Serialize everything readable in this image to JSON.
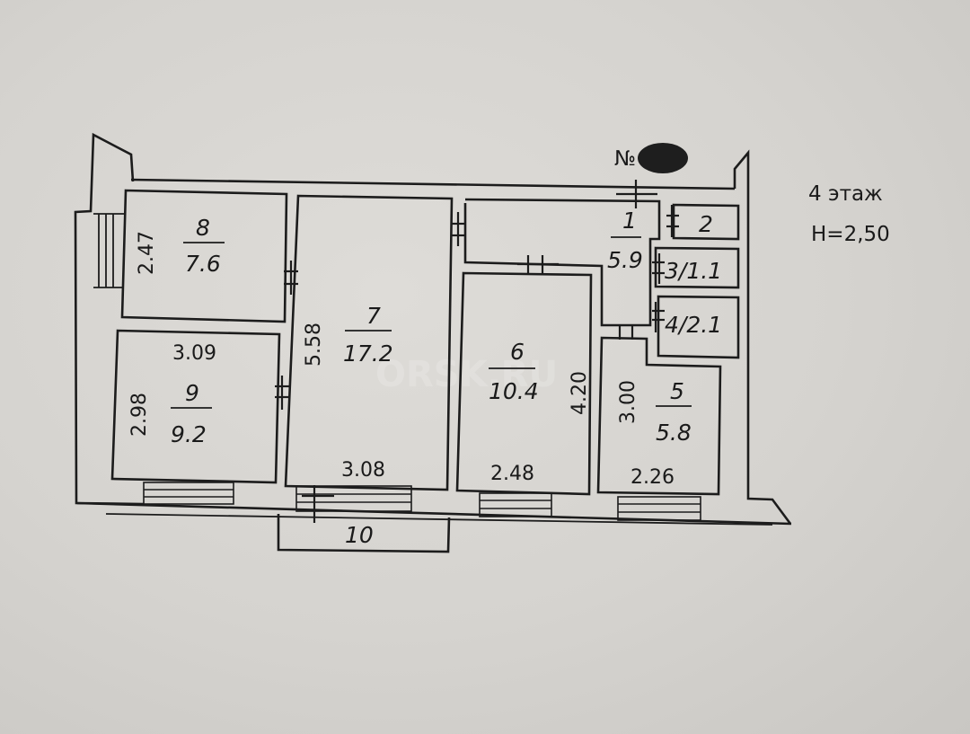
{
  "header": {
    "apartment_no": "№",
    "floor": "4 этаж",
    "height": "H=2,50"
  },
  "watermark": "ORSK.RU",
  "rooms": [
    {
      "id": "r8",
      "number": "8",
      "area": "7.6"
    },
    {
      "id": "r9",
      "number": "9",
      "area": "9.2"
    },
    {
      "id": "r7",
      "number": "7",
      "area": "17.2"
    },
    {
      "id": "r6",
      "number": "6",
      "area": "10.4"
    },
    {
      "id": "r1",
      "number": "1",
      "area": "5.9"
    },
    {
      "id": "r2",
      "number": "2"
    },
    {
      "id": "r3",
      "label": "3/1.1"
    },
    {
      "id": "r4",
      "label": "4/2.1"
    },
    {
      "id": "r5",
      "number": "5",
      "area": "5.8"
    },
    {
      "id": "r10",
      "number": "10"
    }
  ],
  "dimensions": {
    "r8_height": "2.47",
    "r9_width": "3.09",
    "r9_height": "2.98",
    "r7_height": "5.58",
    "r7_width": "3.08",
    "r6_width": "2.48",
    "r6_height": "4.20",
    "r5_height": "3.00",
    "r5_width": "2.26"
  }
}
